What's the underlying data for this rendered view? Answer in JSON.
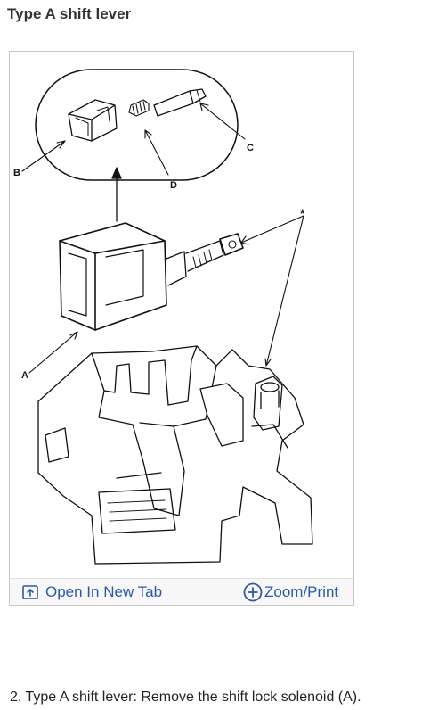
{
  "heading": "Type A shift lever",
  "figure": {
    "callouts": {
      "a": "A",
      "b": "B",
      "c": "C",
      "d": "D",
      "star": "*"
    }
  },
  "toolbar": {
    "open_label": "Open In New Tab",
    "zoom_label": "Zoom/Print",
    "link_color": "#2a5aa8"
  },
  "step": {
    "text": "2. Type A shift lever: Remove the shift lock solenoid (A)."
  }
}
